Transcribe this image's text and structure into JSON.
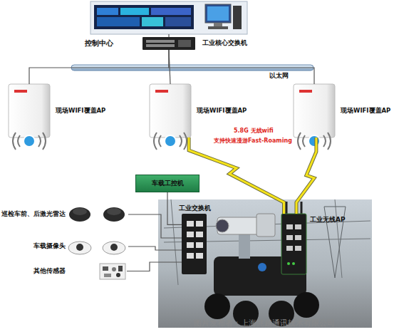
{
  "diagram": {
    "nodes": [
      {
        "text": [
          "控制中心"
        ]
      },
      {
        "text": [
          "工业核心交换机"
        ]
      },
      {
        "text": [
          "现场WIFI覆盖AP"
        ]
      },
      {
        "text": [
          "现场WIFI覆盖AP"
        ]
      },
      {
        "text": [
          "现场WIFI覆盖AP"
        ]
      },
      {
        "text": [
          "车载工控机"
        ]
      },
      {
        "text": [
          "工业交换机"
        ]
      },
      {
        "text": [
          "工业无线AP"
        ]
      },
      {
        "text": [
          "巡检车前、后激光雷达"
        ]
      },
      {
        "text": [
          "车载摄像头"
        ]
      },
      {
        "text": [
          "其他传感器"
        ]
      }
    ],
    "edges": [
      {
        "from": 0,
        "to": 1,
        "arrow": "none"
      },
      {
        "from": 1,
        "to": 2,
        "arrow": "none"
      },
      {
        "from": 1,
        "to": 3,
        "arrow": "none"
      },
      {
        "from": 1,
        "to": 4,
        "arrow": "none"
      },
      {
        "from": 3,
        "to": 7,
        "arrow": "none"
      },
      {
        "from": 4,
        "to": 7,
        "arrow": "none"
      },
      {
        "from": 5,
        "to": 6,
        "arrow": "none"
      },
      {
        "from": 8,
        "to": 6,
        "arrow": "none"
      },
      {
        "from": 9,
        "to": 6,
        "arrow": "none"
      },
      {
        "from": 10,
        "to": 6,
        "arrow": "none"
      }
    ],
    "labels": [
      "以太网",
      "5.8G 无线wifi",
      "支持快速漫游Fast-Roaming",
      "图片发布者：上海兆越通讯技术有限公司"
    ]
  }
}
